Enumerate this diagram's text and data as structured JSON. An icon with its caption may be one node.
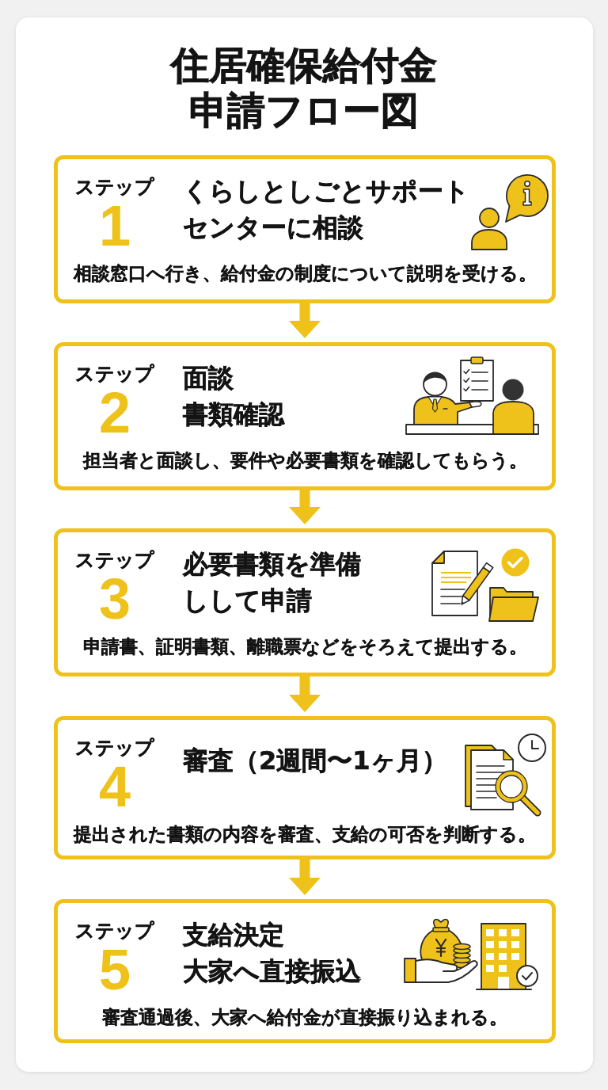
{
  "diagram": {
    "title": "住居確保給付金申請フロー図",
    "nodes": [
      {
        "text": [
          "ステップ",
          "1",
          "くらしとしごとサポートセンターに相談",
          "相談窓口へ行き、給付金の制度について説明を受ける。"
        ]
      },
      {
        "text": [
          "ステップ",
          "2",
          "面談書類確認",
          "担当者と面談し、要件や必要書類を確認してもらう。"
        ]
      },
      {
        "text": [
          "ステップ",
          "3",
          "必要書類を準備しして申請",
          "申請書、証明書類、離職票などをそろえて提出する。"
        ]
      },
      {
        "text": [
          "ステップ",
          "4",
          "審査（2週間〜1ヶ月）",
          "提出された書類の内容を審査、支給の可否を判断する。"
        ]
      },
      {
        "text": [
          "ステップ",
          "5",
          "支給決定大家へ直接振込",
          "審査通過後、大家へ給付金が直接振り込まれる。"
        ]
      }
    ],
    "edges": [
      {
        "from": 0,
        "to": 1,
        "arrow": "to"
      },
      {
        "from": 1,
        "to": 2,
        "arrow": "to"
      },
      {
        "from": 2,
        "to": 3,
        "arrow": "to"
      },
      {
        "from": 3,
        "to": 4,
        "arrow": "to"
      }
    ]
  }
}
